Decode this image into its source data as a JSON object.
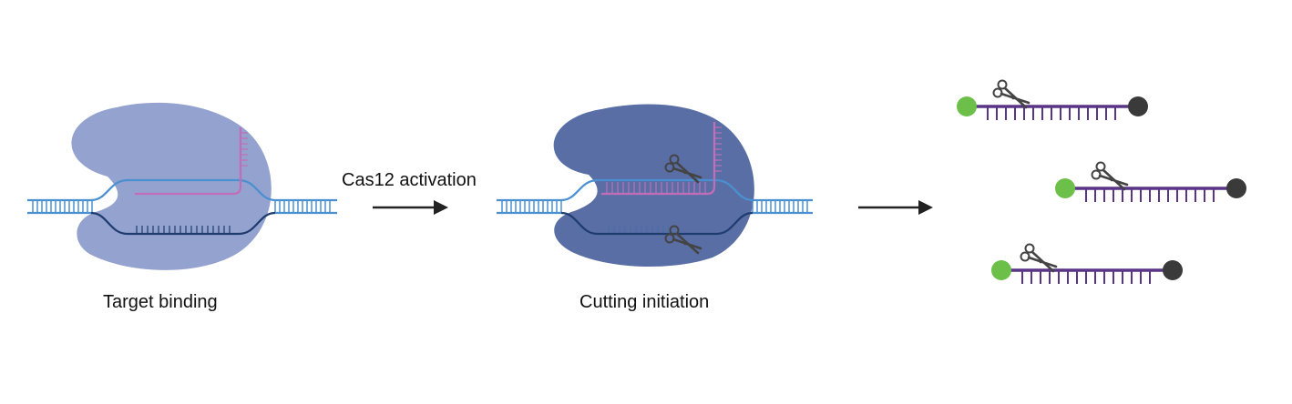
{
  "labels": {
    "target_binding": "Target binding",
    "activation": "Cas12 activation",
    "cutting_initiation": "Cutting initiation"
  },
  "colors": {
    "protein_light": "#93a2cf",
    "protein_dark": "#5a6ea6",
    "dna_light_blue": "#4a90d0",
    "dna_dark_blue": "#1e3d6e",
    "crrna_pink": "#c26db9",
    "reporter_strand": "#5a3585",
    "fluorophore_green": "#6cc04a",
    "quencher_dark": "#3a3a3a",
    "arrow": "#222222",
    "scissors": "#444444"
  },
  "icons": [
    "scissors-icon",
    "arrow-right-icon"
  ]
}
